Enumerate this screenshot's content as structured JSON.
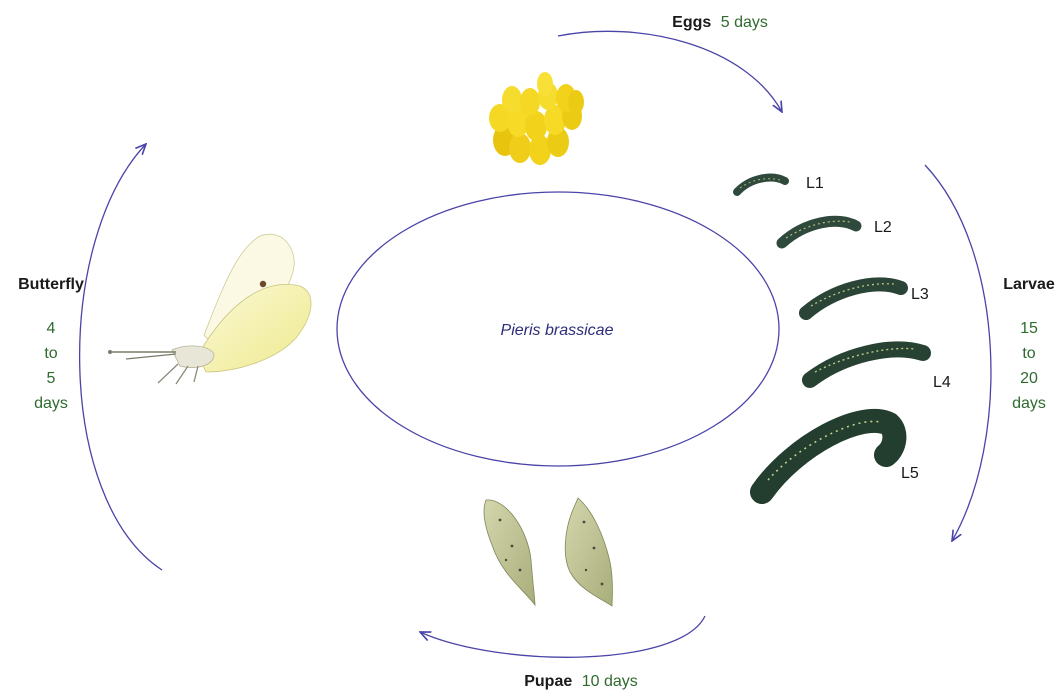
{
  "species": "Pieris brassicae",
  "stages": {
    "eggs": {
      "label": "Eggs",
      "duration": "5 days"
    },
    "larvae": {
      "label": "Larvae",
      "duration_lines": [
        "15",
        "to",
        "20",
        "days"
      ]
    },
    "pupae": {
      "label": "Pupae",
      "duration": "10 days"
    },
    "butterfly": {
      "label": "Butterfly",
      "duration_lines": [
        "4",
        "to",
        "5",
        "days"
      ]
    }
  },
  "instars": [
    "L1",
    "L2",
    "L3",
    "L4",
    "L5"
  ],
  "colors": {
    "arrow": "#4a44a8",
    "duration_text": "#2e6b2e",
    "species_text": "#2d2d7a",
    "egg": "#f2d21a",
    "larva": "#2f4a3c",
    "pupa": "#c2c79a",
    "wing": "#f4f0a8"
  }
}
